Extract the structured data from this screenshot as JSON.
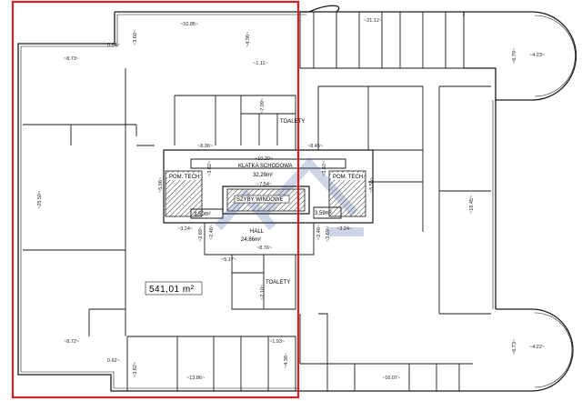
{
  "plan": {
    "area_total": "541,01 m²",
    "labels": {
      "klatka": "KLATKA SCHODOWA",
      "klatka_area": "32,29m²",
      "szyby": "SZYBY WINDOWE",
      "hall": "HALL",
      "hall_area": "24,86m²",
      "toalety_top": "TOALETY",
      "toalety_bottom": "TOALETY",
      "pom_tech_left": "POM. TECH.",
      "pom_tech_right": "POM. TECH.",
      "small_left_area": "3,50m²",
      "small_right_area": "3,59m²"
    },
    "dims": {
      "d1085": "~10.85~",
      "d2112": "~21.12~",
      "d873": "~8.73~",
      "d872": "~8.72~",
      "d1386": "~13.86~",
      "d1607": "~16.07~",
      "d1020": "~10.20~",
      "d754": "~7.54~",
      "d876": "~8.76~",
      "d836": "~8.36~",
      "d845": "~8.45~",
      "d111": "~1.11~",
      "d193": "~1.93~",
      "d324l": "~3.24~",
      "d324r": "~3.24~",
      "d517": "~5.17~",
      "d2550": "~25.50~",
      "d1845": "~18.45~",
      "d423": "~4.23~",
      "d422": "~4.22~",
      "d679": "~6.79~",
      "d673": "~6.73~",
      "d360": "~3.60~",
      "d362": "~3.62~",
      "d064": "0.64~",
      "d062": "0.62~",
      "d436": "~4.36~",
      "d436b": "~4.36~",
      "d709": "~7.09~",
      "d710": "~7.10~",
      "d596": "~5.96~",
      "d555": "~5.55~",
      "d382a": "~3.82~",
      "d382b": "~3.82~",
      "d246a": "~2.46~",
      "d246b": "~2.46~",
      "d269a": "~2.69~",
      "d269b": "~2.69~"
    }
  },
  "colors": {
    "highlight": "#d42020",
    "lines": "#1a1a1a",
    "watermark": "#3a5a9a"
  }
}
